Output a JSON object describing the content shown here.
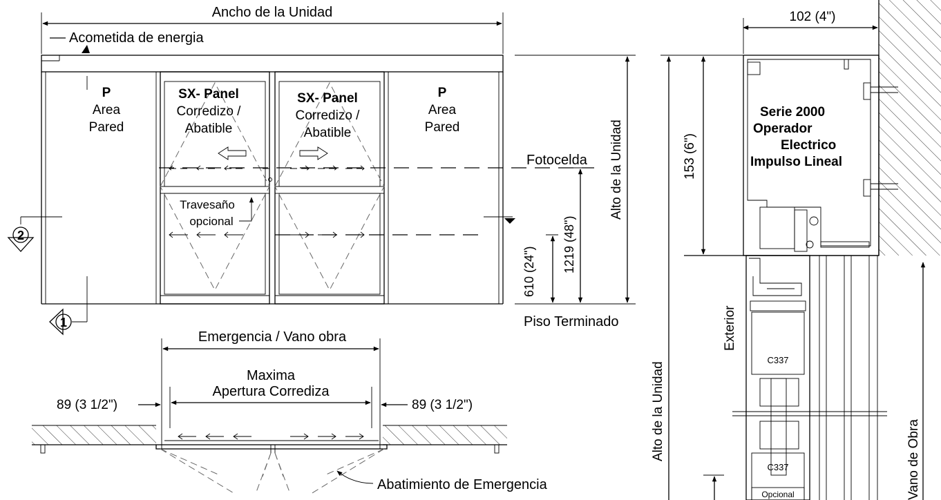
{
  "front": {
    "ancho_unidad": "Ancho de la Unidad",
    "acometida": "Acometida  de energia",
    "panel_p": "P",
    "area": "Area",
    "pared": "Pared",
    "sx_panel": "SX- Panel",
    "corredizo": "Corredizo  /",
    "abatible": "Abatible",
    "fotocelda": "Fotocelda",
    "travesano": "Travesaño",
    "opcional": "opcional",
    "marker1": "1",
    "marker2": "2",
    "dim_610": "610 (24\")",
    "dim_1219": "1219  (48\")",
    "alto_unidad": "Alto de la Unidad",
    "piso": "Piso Terminado"
  },
  "plan": {
    "emergencia_vano": "Emergencia / Vano obra",
    "maxima": "Maxima",
    "apertura": "Apertura Corrediza",
    "left_dim": "89 (3 1/2\")",
    "right_dim": "89 (3 1/2\")",
    "abatimiento": "Abatimiento de Emergencia"
  },
  "section": {
    "dim_102": "102 (4\")",
    "dim_153": "153  (6\")",
    "serie": "Serie 2000",
    "operador": "Operador",
    "electrico": "Electrico",
    "impulso": "Impulso Lineal",
    "exterior": "Exterior",
    "alto_unidad": "Alto de la Unidad",
    "c337_a": "C337",
    "c337_b": "C337",
    "opcional": "Opcional",
    "vano_obra": "Vano de Obra"
  }
}
